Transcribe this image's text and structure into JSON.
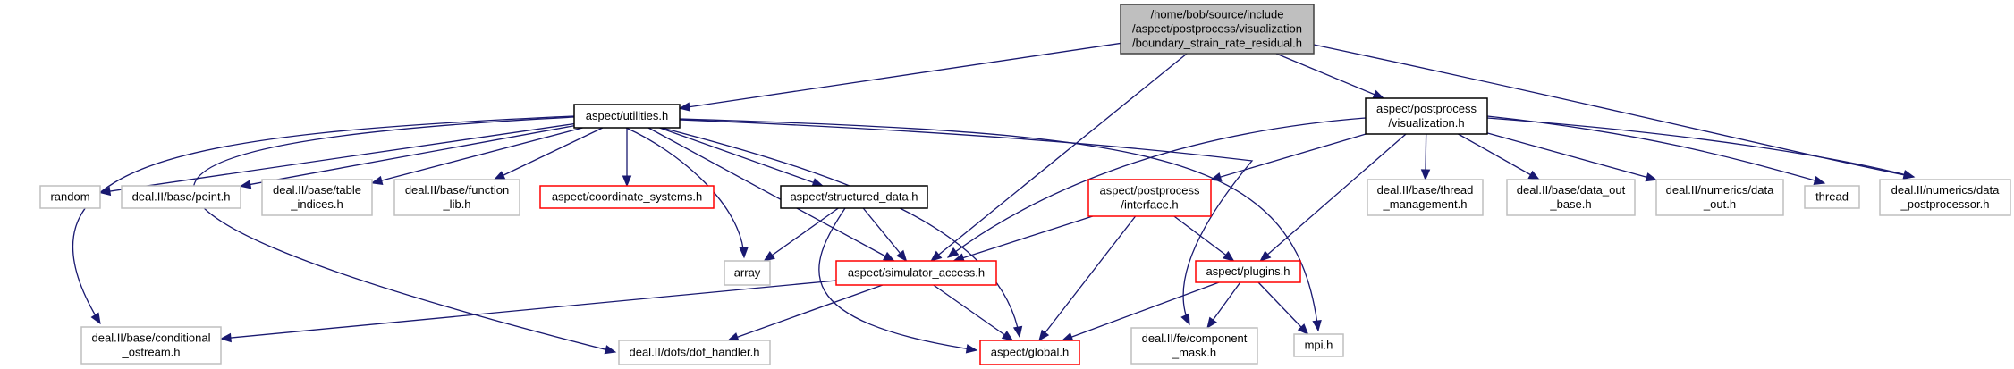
{
  "diagram": {
    "type": "include-dependency-graph",
    "colors": {
      "edge": "#191970",
      "root_fill": "#bfbfbf",
      "root_border": "#404040",
      "documented_border": "#000000",
      "has_children_border": "#ff0000",
      "external_border": "#bfbfbf"
    },
    "nodes": [
      {
        "id": "root",
        "lines": [
          "/home/bob/source/include",
          "/aspect/postprocess/visualization",
          "/boundary_strain_rate_residual.h"
        ],
        "kind": "root"
      },
      {
        "id": "utilities",
        "lines": [
          "aspect/utilities.h"
        ],
        "kind": "documented"
      },
      {
        "id": "visualization",
        "lines": [
          "aspect/postprocess",
          "/visualization.h"
        ],
        "kind": "documented"
      },
      {
        "id": "random",
        "lines": [
          "random"
        ],
        "kind": "external"
      },
      {
        "id": "point",
        "lines": [
          "deal.II/base/point.h"
        ],
        "kind": "external"
      },
      {
        "id": "table_indices",
        "lines": [
          "deal.II/base/table",
          "_indices.h"
        ],
        "kind": "external"
      },
      {
        "id": "function_lib",
        "lines": [
          "deal.II/base/function",
          "_lib.h"
        ],
        "kind": "external"
      },
      {
        "id": "coordinate_systems",
        "lines": [
          "aspect/coordinate_systems.h"
        ],
        "kind": "truncated"
      },
      {
        "id": "structured_data",
        "lines": [
          "aspect/structured_data.h"
        ],
        "kind": "documented"
      },
      {
        "id": "interface",
        "lines": [
          "aspect/postprocess",
          "/interface.h"
        ],
        "kind": "truncated"
      },
      {
        "id": "thread_management",
        "lines": [
          "deal.II/base/thread",
          "_management.h"
        ],
        "kind": "external"
      },
      {
        "id": "data_out_base",
        "lines": [
          "deal.II/base/data_out",
          "_base.h"
        ],
        "kind": "external"
      },
      {
        "id": "data_out",
        "lines": [
          "deal.II/numerics/data",
          "_out.h"
        ],
        "kind": "external"
      },
      {
        "id": "thread",
        "lines": [
          "thread"
        ],
        "kind": "external"
      },
      {
        "id": "data_postprocessor",
        "lines": [
          "deal.II/numerics/data",
          "_postprocessor.h"
        ],
        "kind": "external"
      },
      {
        "id": "array",
        "lines": [
          "array"
        ],
        "kind": "external"
      },
      {
        "id": "simulator_access",
        "lines": [
          "aspect/simulator_access.h"
        ],
        "kind": "truncated"
      },
      {
        "id": "plugins",
        "lines": [
          "aspect/plugins.h"
        ],
        "kind": "truncated"
      },
      {
        "id": "conditional_ostream",
        "lines": [
          "deal.II/base/conditional",
          "_ostream.h"
        ],
        "kind": "external"
      },
      {
        "id": "dof_handler",
        "lines": [
          "deal.II/dofs/dof_handler.h"
        ],
        "kind": "external"
      },
      {
        "id": "global",
        "lines": [
          "aspect/global.h"
        ],
        "kind": "truncated"
      },
      {
        "id": "component_mask",
        "lines": [
          "deal.II/fe/component",
          "_mask.h"
        ],
        "kind": "external"
      },
      {
        "id": "mpi",
        "lines": [
          "mpi.h"
        ],
        "kind": "external"
      }
    ],
    "edges": [
      [
        "root",
        "utilities"
      ],
      [
        "root",
        "visualization"
      ],
      [
        "root",
        "simulator_access"
      ],
      [
        "root",
        "data_postprocessor"
      ],
      [
        "utilities",
        "random"
      ],
      [
        "utilities",
        "point"
      ],
      [
        "utilities",
        "table_indices"
      ],
      [
        "utilities",
        "function_lib"
      ],
      [
        "utilities",
        "coordinate_systems"
      ],
      [
        "utilities",
        "structured_data"
      ],
      [
        "utilities",
        "array"
      ],
      [
        "utilities",
        "simulator_access"
      ],
      [
        "utilities",
        "global"
      ],
      [
        "utilities",
        "conditional_ostream"
      ],
      [
        "utilities",
        "dof_handler"
      ],
      [
        "utilities",
        "component_mask"
      ],
      [
        "utilities",
        "mpi"
      ],
      [
        "visualization",
        "interface"
      ],
      [
        "visualization",
        "simulator_access"
      ],
      [
        "visualization",
        "plugins"
      ],
      [
        "visualization",
        "thread_management"
      ],
      [
        "visualization",
        "data_out_base"
      ],
      [
        "visualization",
        "data_out"
      ],
      [
        "visualization",
        "thread"
      ],
      [
        "visualization",
        "data_postprocessor"
      ],
      [
        "structured_data",
        "array"
      ],
      [
        "structured_data",
        "simulator_access"
      ],
      [
        "structured_data",
        "global"
      ],
      [
        "interface",
        "simulator_access"
      ],
      [
        "interface",
        "plugins"
      ],
      [
        "interface",
        "global"
      ],
      [
        "simulator_access",
        "conditional_ostream"
      ],
      [
        "simulator_access",
        "dof_handler"
      ],
      [
        "simulator_access",
        "global"
      ],
      [
        "plugins",
        "global"
      ],
      [
        "plugins",
        "component_mask"
      ],
      [
        "plugins",
        "mpi"
      ]
    ]
  }
}
